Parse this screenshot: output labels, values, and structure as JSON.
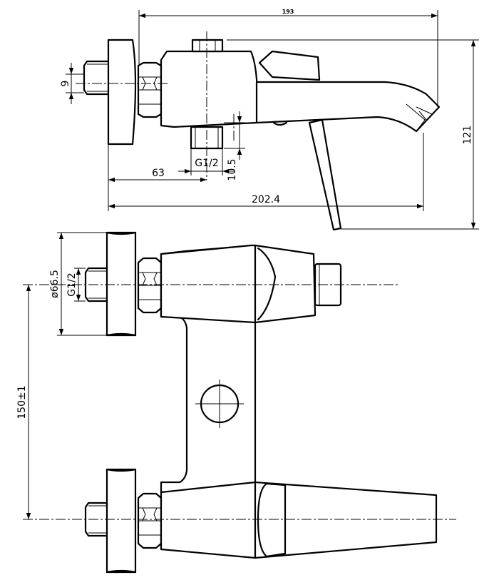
{
  "dimensions": {
    "overall_width_top": "193",
    "height_right": "121",
    "thread_hex_size": "9",
    "thread_bottom": "G1/2",
    "outlet_offset": "10.5",
    "inlet_to_outlet": "63",
    "total_depth": "202.4",
    "flange_diameter": "ø66.5",
    "thread_front": "G1/2",
    "center_distance": "150±1"
  }
}
